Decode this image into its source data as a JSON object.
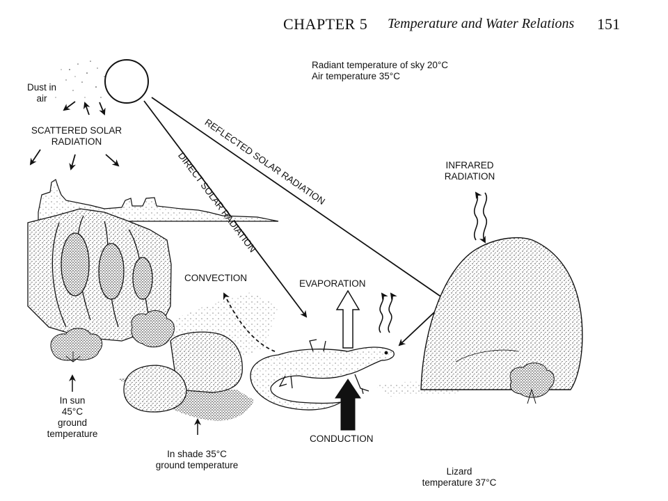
{
  "header": {
    "chapter": "CHAPTER 5",
    "title": "Temperature and Water Relations",
    "page": "151"
  },
  "sky": {
    "line1": "Radiant temperature of sky 20°C",
    "line2": "Air temperature 35°C"
  },
  "dust": {
    "line1": "Dust in",
    "line2": "air"
  },
  "scattered": {
    "line1": "SCATTERED SOLAR",
    "line2": "RADIATION"
  },
  "reflected": "REFLECTED SOLAR RADIATION",
  "direct": "DIRECT SOLAR RADIATION",
  "infrared": {
    "line1": "INFRARED",
    "line2": "RADIATION"
  },
  "convection": "CONVECTION",
  "evaporation": "EVAPORATION",
  "conduction": "CONDUCTION",
  "sun_ground": {
    "line1": "In sun",
    "line2": "45°C",
    "line3": "ground",
    "line4": "temperature"
  },
  "shade_ground": {
    "line1": "In shade 35°C",
    "line2": "ground temperature"
  },
  "lizard": {
    "line1": "Lizard",
    "line2": "temperature 37°C"
  }
}
